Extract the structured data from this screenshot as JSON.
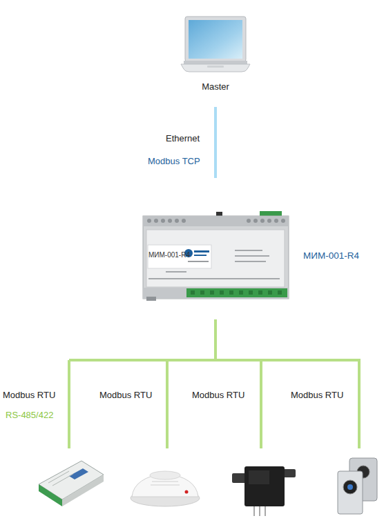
{
  "diagram": {
    "nodes": [
      {
        "text": [
          "Master"
        ]
      },
      {
        "text": [
          "МИМ-001-R4",
          "МИМ-001-R4"
        ]
      }
    ],
    "edges": [
      {
        "from": 0,
        "to": 1,
        "arrow": "none"
      }
    ],
    "labels": [
      "Ethernet",
      "Modbus TCP",
      "Modbus RTU",
      "RS-485/422",
      "Modbus RTU",
      "Modbus RTU",
      "Modbus RTU"
    ]
  }
}
